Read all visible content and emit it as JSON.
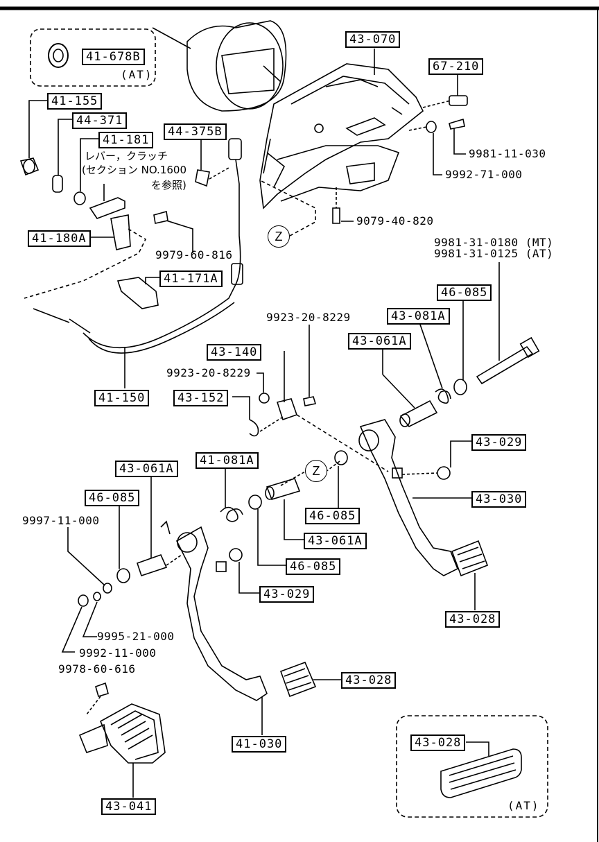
{
  "inset_labels": {
    "at_top": "(AT)",
    "at_bottom": "(AT)"
  },
  "part_boxes": {
    "p41_678B": "41-678B",
    "p43_070": "43-070",
    "p67_210": "67-210",
    "p41_155": "41-155",
    "p44_371": "44-371",
    "p41_181": "41-181",
    "p44_375B": "44-375B",
    "p41_180A": "41-180A",
    "p41_171A": "41-171A",
    "p41_150": "41-150",
    "p46_085_a": "46-085",
    "p43_081A": "43-081A",
    "p43_061A_a": "43-061A",
    "p43_140": "43-140",
    "p43_152": "43-152",
    "p43_029_a": "43-029",
    "p43_030": "43-030",
    "p41_081A": "41-081A",
    "p43_061A_b": "43-061A",
    "p46_085_b": "46-085",
    "p46_085_c": "46-085",
    "p43_061A_c": "43-061A",
    "p46_085_d": "46-085",
    "p43_029_b": "43-029",
    "p43_028_a": "43-028",
    "p43_028_b": "43-028",
    "p41_030": "41-030",
    "p43_041": "43-041",
    "p43_028_c": "43-028"
  },
  "bolt_labels": {
    "b9981_11_030": "9981-11-030",
    "b9992_71_000": "9992-71-000",
    "b9079_40_820": "9079-40-820",
    "b9981_31_0180": "9981-31-0180 (MT)",
    "b9981_31_0125": "9981-31-0125 (AT)",
    "b9979_60_816": "9979-60-816",
    "b9923_20_8229_a": "9923-20-8229",
    "b9923_20_8229_b": "9923-20-8229",
    "b9997_11_000": "9997-11-000",
    "b9995_21_000": "9995-21-000",
    "b9992_11_000": "9992-11-000",
    "b9978_60_616": "9978-60-616"
  },
  "notes": {
    "lever_line1": "レバー，クラッチ",
    "lever_line2": "(セクション NO.1600",
    "lever_line3": "を参照)"
  },
  "z_marker": "Z"
}
